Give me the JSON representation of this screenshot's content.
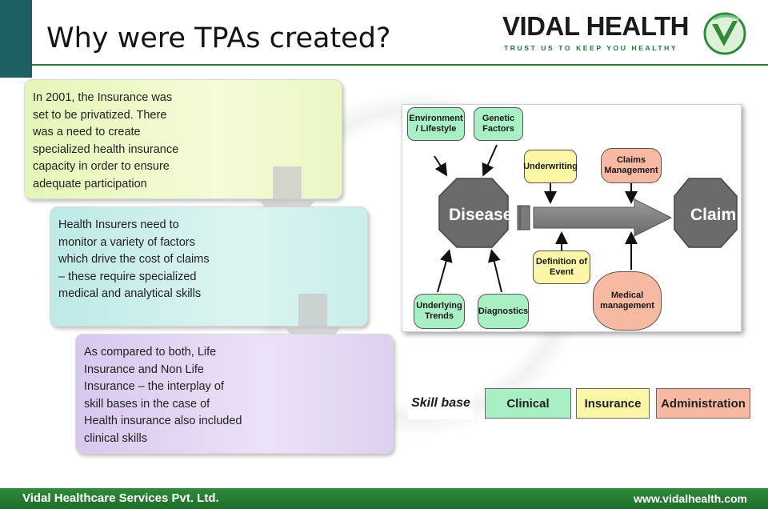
{
  "slide": {
    "title": "Why were TPAs created?"
  },
  "logo": {
    "name": "VIDAL HEALTH",
    "tagline": "TRUST US TO KEEP YOU HEALTHY",
    "mark_icon": "v-swoosh-icon",
    "colors": {
      "green": "#2e8b3a",
      "dark": "#1b1b1b"
    }
  },
  "process": {
    "items": [
      {
        "text": "In 2001, the Insurance was\nset to be privatized. There\nwas a need to create\nspecialized health insurance\ncapacity in order to ensure\nadequate participation"
      },
      {
        "text": "Health Insurers need to\nmonitor a variety of factors\nwhich drive the cost of claims\n– these require specialized\nmedical and analytical skills"
      },
      {
        "text": "As compared to both, Life\nInsurance and Non Life\nInsurance – the interplay of\nskill bases in the case of\nHealth insurance also included\nclinical skills"
      }
    ],
    "arrow_icon": "down-arrow-icon"
  },
  "diagram": {
    "disease": "Disease",
    "claim": "Claim",
    "environment": "Environment\n/ Lifestyle",
    "genetic": "Genetic\nFactors",
    "underwriting": "Underwriting",
    "claims_management": "Claims\nManagement",
    "definition": "Definition of\nEvent",
    "medical": "Medical\nmanagement",
    "trends": "Underlying\nTrends",
    "diagnostics": "Diagnostics",
    "colors": {
      "green": "#a9efc6",
      "yellow": "#fbf7a6",
      "peach": "#f7b9a1",
      "octagon": "#6b6b6b"
    }
  },
  "skills": {
    "label": "Skill base",
    "clinical": "Clinical",
    "insurance": "Insurance",
    "administration": "Administration"
  },
  "footer": {
    "company": "Vidal Healthcare Services Pvt. Ltd.",
    "website": "www.vidalhealth.com"
  }
}
